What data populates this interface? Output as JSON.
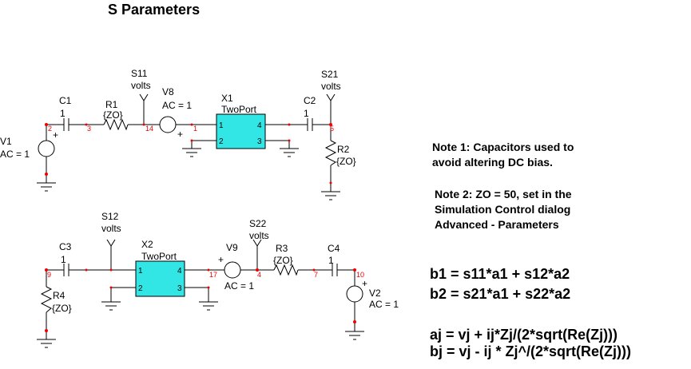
{
  "title": "S Parameters",
  "top_circuit": {
    "v1": {
      "name": "V1",
      "value": "AC = 1",
      "plus": "+"
    },
    "c1": {
      "name": "C1",
      "value": "1"
    },
    "r1": {
      "name": "R1",
      "value": "{ZO}"
    },
    "s11": {
      "name": "S11",
      "unit": "volts"
    },
    "v8": {
      "name": "V8",
      "value": "AC = 1",
      "plus": "+"
    },
    "x1": {
      "name": "X1",
      "type": "TwoPort",
      "pins": [
        "1",
        "2",
        "3",
        "4"
      ]
    },
    "c2": {
      "name": "C2",
      "value": "1"
    },
    "s21": {
      "name": "S21",
      "unit": "volts"
    },
    "r2": {
      "name": "R2",
      "value": "{ZO}"
    },
    "nodes": [
      "2",
      "3",
      "14",
      "1",
      "5"
    ]
  },
  "bottom_circuit": {
    "c3": {
      "name": "C3",
      "value": "1"
    },
    "r4": {
      "name": "R4",
      "value": "{ZO}"
    },
    "s12": {
      "name": "S12",
      "unit": "volts"
    },
    "x2": {
      "name": "X2",
      "type": "TwoPort",
      "pins": [
        "1",
        "2",
        "3",
        "4"
      ]
    },
    "v9": {
      "name": "V9",
      "value": "AC = 1",
      "plus": "+"
    },
    "s22": {
      "name": "S22",
      "unit": "volts"
    },
    "r3": {
      "name": "R3",
      "value": "{ZO}"
    },
    "c4": {
      "name": "C4",
      "value": "1"
    },
    "v2": {
      "name": "V2",
      "value": "AC = 1",
      "plus": "+"
    },
    "nodes": [
      "9",
      "17",
      "4",
      "7",
      "10"
    ]
  },
  "notes": {
    "note1": [
      "Note 1: Capacitors used to",
      "avoid altering DC bias."
    ],
    "note2": [
      "Note 2: ZO = 50, set in the",
      "Simulation Control dialog",
      "Advanced - Parameters"
    ]
  },
  "equations": [
    "b1 = s11*a1 + s12*a2",
    "b2 = s21*a1 + s22*a2",
    "aj = vj + ij*Zj/(2*sqrt(Re(Zj)))",
    "bj = vj - ij * Zj^/(2*sqrt(Re(Zj)))"
  ],
  "colors": {
    "node": "#e00000",
    "twoport": "#33e6e6"
  }
}
